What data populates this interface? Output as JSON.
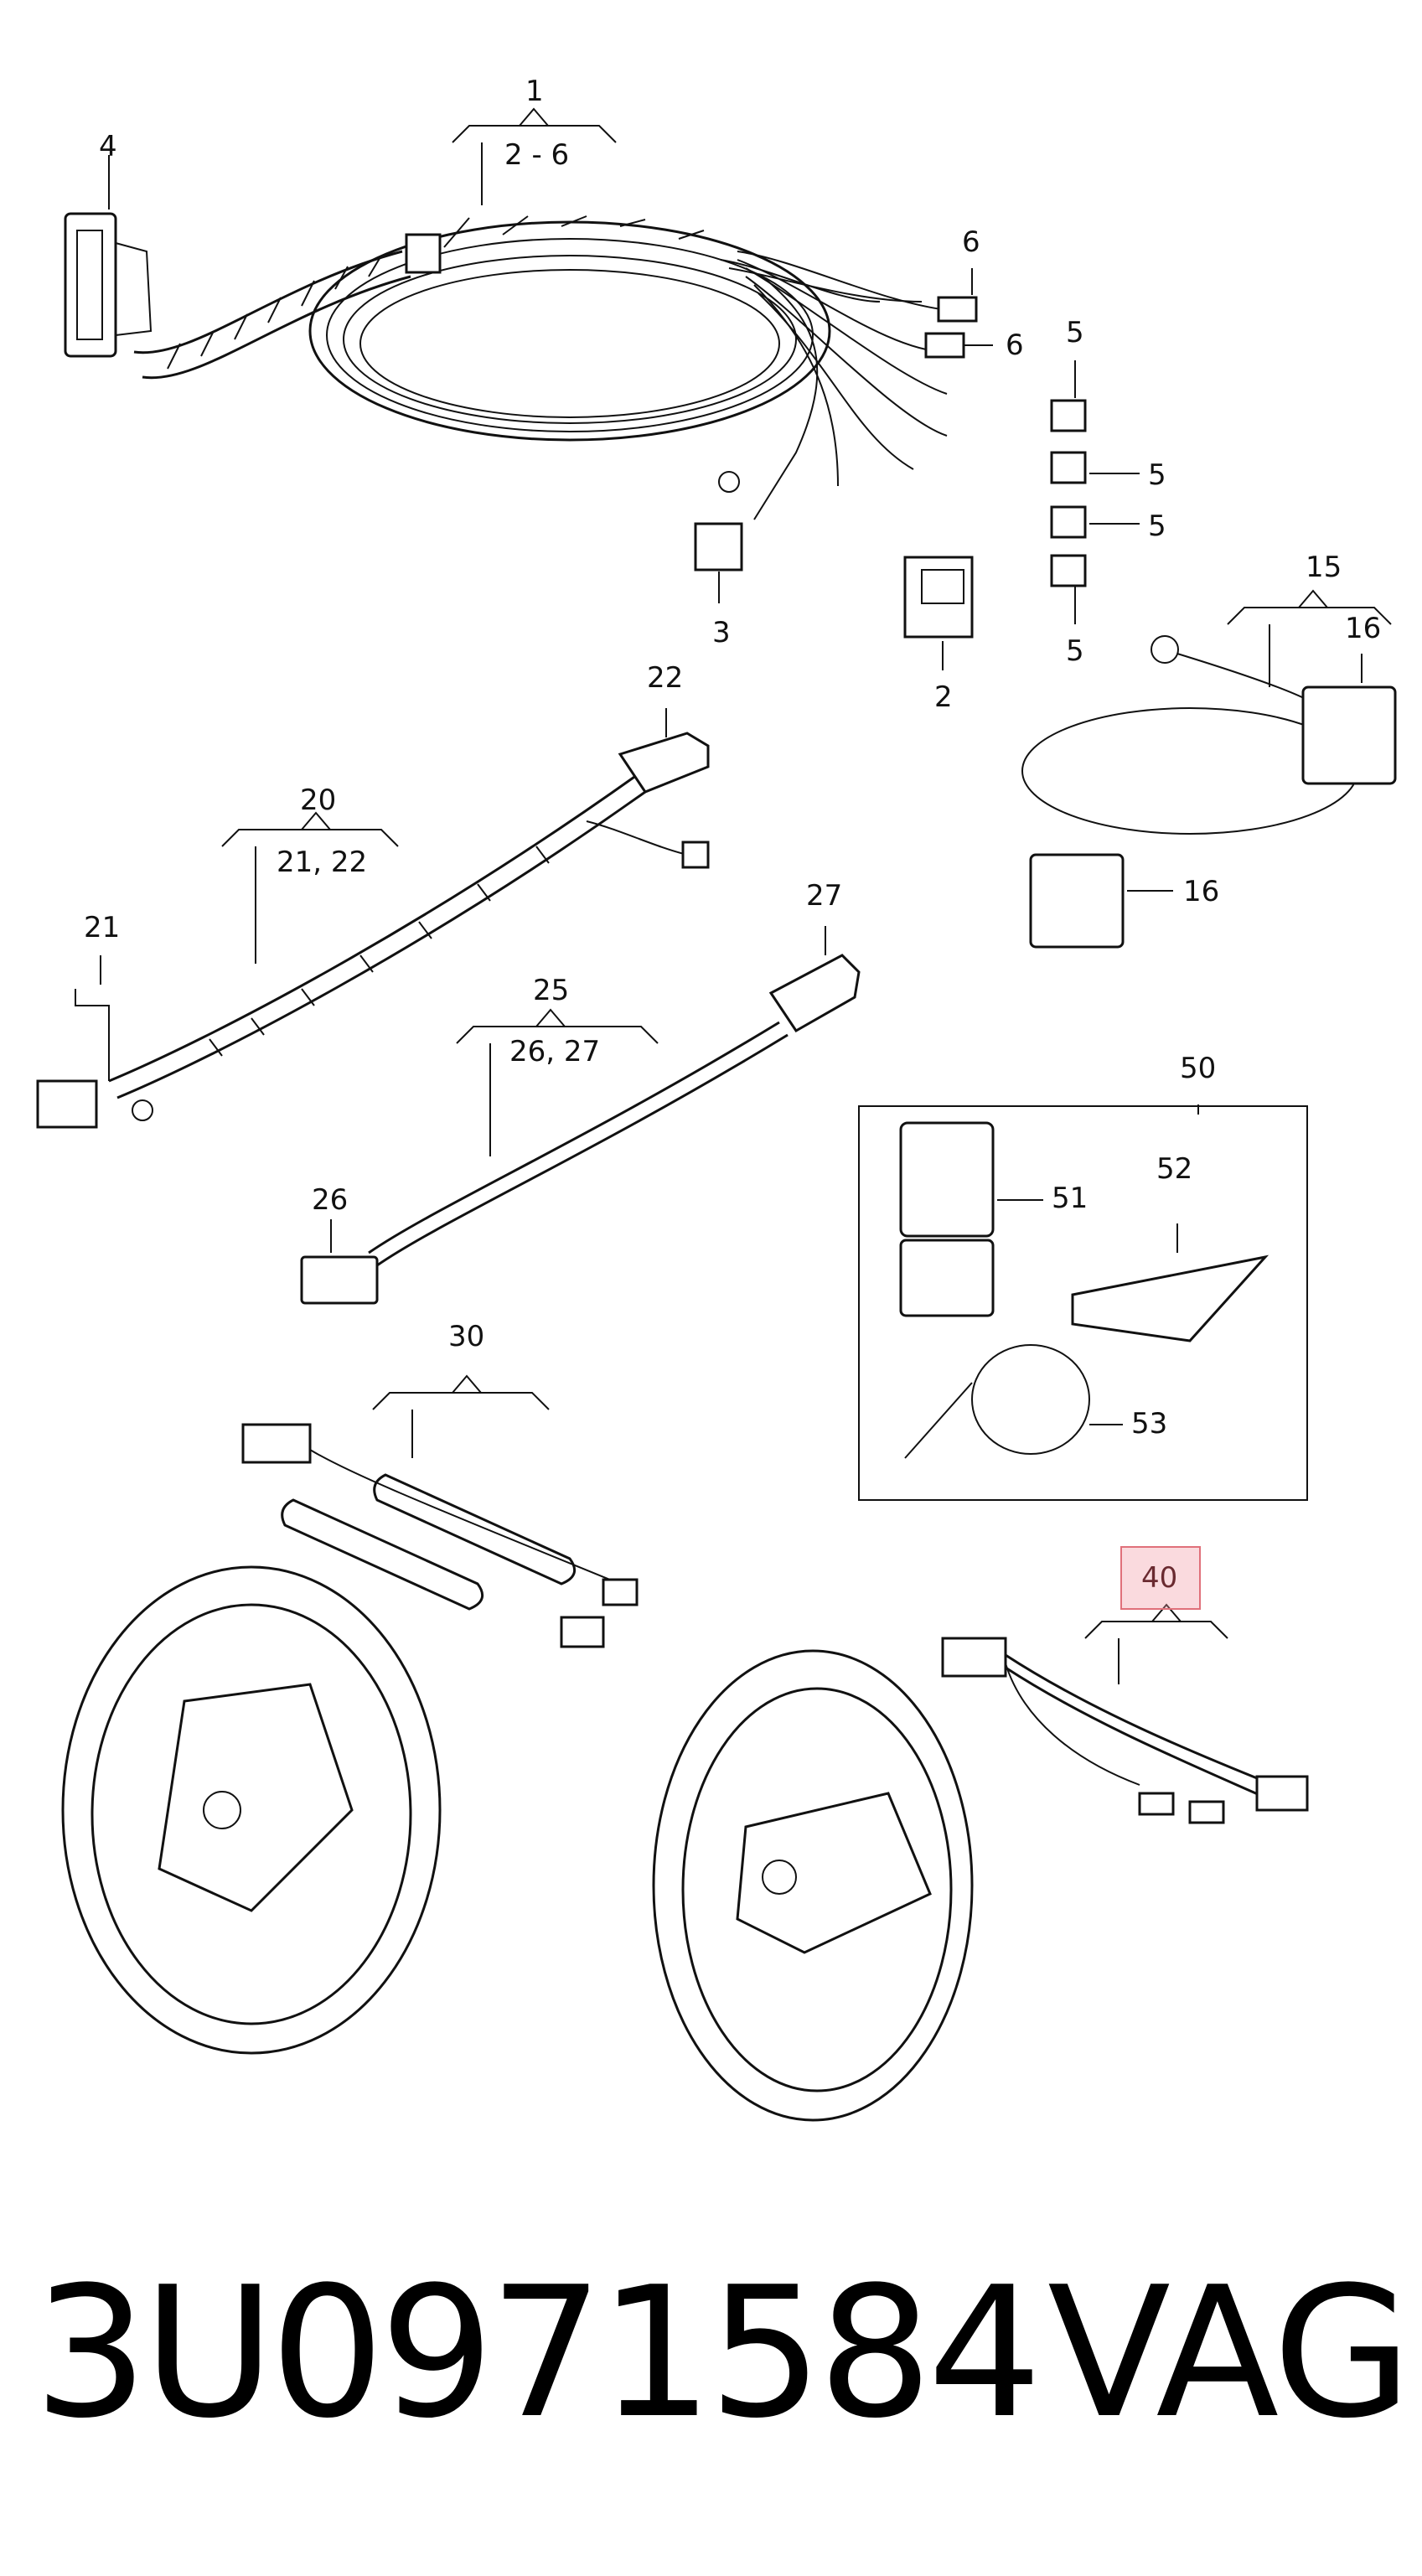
{
  "callouts": {
    "c1": "1",
    "c1_range": "2 - 6",
    "c2": "2",
    "c3": "3",
    "c4": "4",
    "c5a": "5",
    "c5b": "5",
    "c5c": "5",
    "c5d": "5",
    "c5e": "5",
    "c6a": "6",
    "c6b": "6",
    "c15": "15",
    "c16a": "16",
    "c16b": "16",
    "c20": "20",
    "c20_range": "21, 22",
    "c21": "21",
    "c22": "22",
    "c25": "25",
    "c25_range": "26, 27",
    "c26": "26",
    "c27": "27",
    "c30": "30",
    "c40": "40",
    "c50": "50",
    "c51": "51",
    "c52": "52",
    "c53": "53"
  },
  "footer": {
    "part_number": "3U0971584",
    "brand": "VAG"
  },
  "colors": {
    "line": "#111111",
    "highlight_border": "#e0707a",
    "highlight_fill": "#f0a0aa"
  },
  "highlighted_callout": "40"
}
